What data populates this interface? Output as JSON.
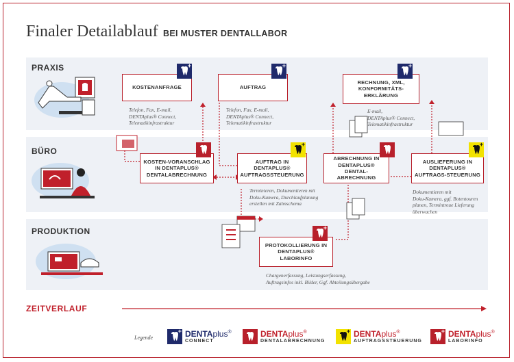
{
  "title": {
    "main": "Finaler Detailablauf",
    "sub": "BEI MUSTER DENTALLABOR"
  },
  "lanes": {
    "praxis": "PRAXIS",
    "buero": "BÜRO",
    "produktion": "PRODUKTION"
  },
  "boxes": {
    "kostenanfrage": "KOSTENANFRAGE",
    "auftrag": "AUFTRAG",
    "rechnung": "RECHNUNG, XML, KONFORMITÄTS-ERKLÄRUNG",
    "kostenvoranschlag": "KOSTEN-VORANSCHLAG IN DENTAPLUS® DENTALABRECHNUNG",
    "auftrag_steuerung": "AUFTRAG IN DENTAPLUS® AUFTRAGSSTEUERUNG",
    "abrechnung": "ABRECHNUNG IN DENTAPLUS® DENTAL-ABRECHNUNG",
    "auslieferung": "AUSLIEFERUNG IN DENTAPLUS® AUFTRAGS-STEUERUNG",
    "protokollierung": "PROTOKOLLIERUNG IN DENTAPLUS® LABORINFO"
  },
  "notes": {
    "kostenanfrage": [
      "Telefon, Fax, E-mail,",
      "DENTAplus® Connect,",
      "Telematikinfrastruktur"
    ],
    "auftrag": [
      "Telefon, Fax, E-mail,",
      "DENTAplus® Connect,",
      "Telematikinfrastruktur"
    ],
    "rechnung": [
      "E-mail,",
      "DENTAplus® Connect,",
      "Telematikinfrastruktur"
    ],
    "auftrag_steuerung": [
      "Terminieren, Dokumentieren mit",
      "Doku-Kamera, Durchlaufplanung",
      "erstellen mit Zahnschema"
    ],
    "auslieferung": [
      "Dokumentieren mit",
      "Doku-Kamera, ggf. Botentouren",
      "planen, Termintreue Lieferung",
      "überwachen"
    ],
    "protokollierung": [
      "Chargenerfassung, Leistungserfassung,",
      "Auftragsinfos inkl. Bilder, Ggf. Abteilungsübergabe"
    ]
  },
  "timeline": "ZEITVERLAUF",
  "legend": {
    "title": "Legende",
    "items": [
      {
        "brand_bold": "DENTA",
        "brand_light": "plus",
        "reg": "®",
        "sub": "CONNECT",
        "color": "#1f2a6b",
        "plus_color": "#ffffff"
      },
      {
        "brand_bold": "DENTA",
        "brand_light": "plus",
        "reg": "®",
        "sub": "DENTALABRECHNUNG",
        "color": "#b8202b",
        "plus_color": "#ffffff"
      },
      {
        "brand_bold": "DENTA",
        "brand_light": "plus",
        "reg": "®",
        "sub": "AUFTRAGSSTEUERUNG",
        "color": "#f2e200",
        "plus_color": "#111111"
      },
      {
        "brand_bold": "DENTA",
        "brand_light": "plus",
        "reg": "®",
        "sub": "LABORINFO",
        "color": "#b8202b",
        "plus_color": "#ffffff"
      }
    ]
  },
  "colors": {
    "accent": "#b8202b",
    "navy": "#1f2a6b",
    "yellow": "#f2e200",
    "lane_bg": "#eef1f6"
  },
  "icons": [
    "tooth-icon",
    "plus-icon",
    "document-icon",
    "calendar-icon",
    "list-icon",
    "envelope-icon",
    "dentist-chair-illustration",
    "office-worker-illustration",
    "production-illustration"
  ]
}
